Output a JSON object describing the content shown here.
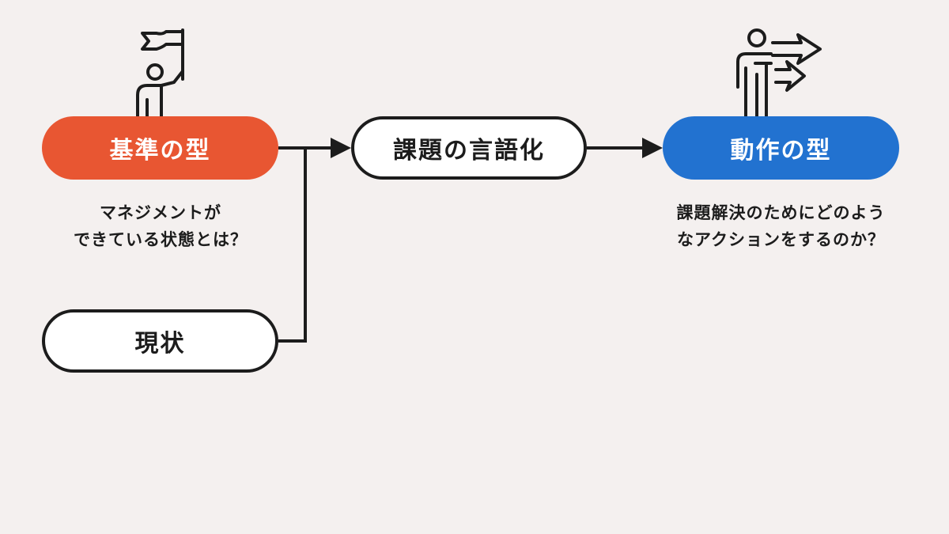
{
  "colors": {
    "orange": "#e85632",
    "blue": "#2272d0",
    "line": "#1c1c1c",
    "background": "#f4f0ef"
  },
  "nodes": {
    "standard": {
      "label": "基準の型",
      "icon": "person-with-flag-icon"
    },
    "verbalize": {
      "label": "課題の言語化"
    },
    "action": {
      "label": "動作の型",
      "icon": "person-pointing-arrows-icon"
    },
    "current": {
      "label": "現状"
    }
  },
  "captions": {
    "standard": [
      "マネジメントが",
      "できている状態とは？"
    ],
    "action": [
      "課題解決のためにどのよう",
      "なアクションをするのか？"
    ]
  }
}
